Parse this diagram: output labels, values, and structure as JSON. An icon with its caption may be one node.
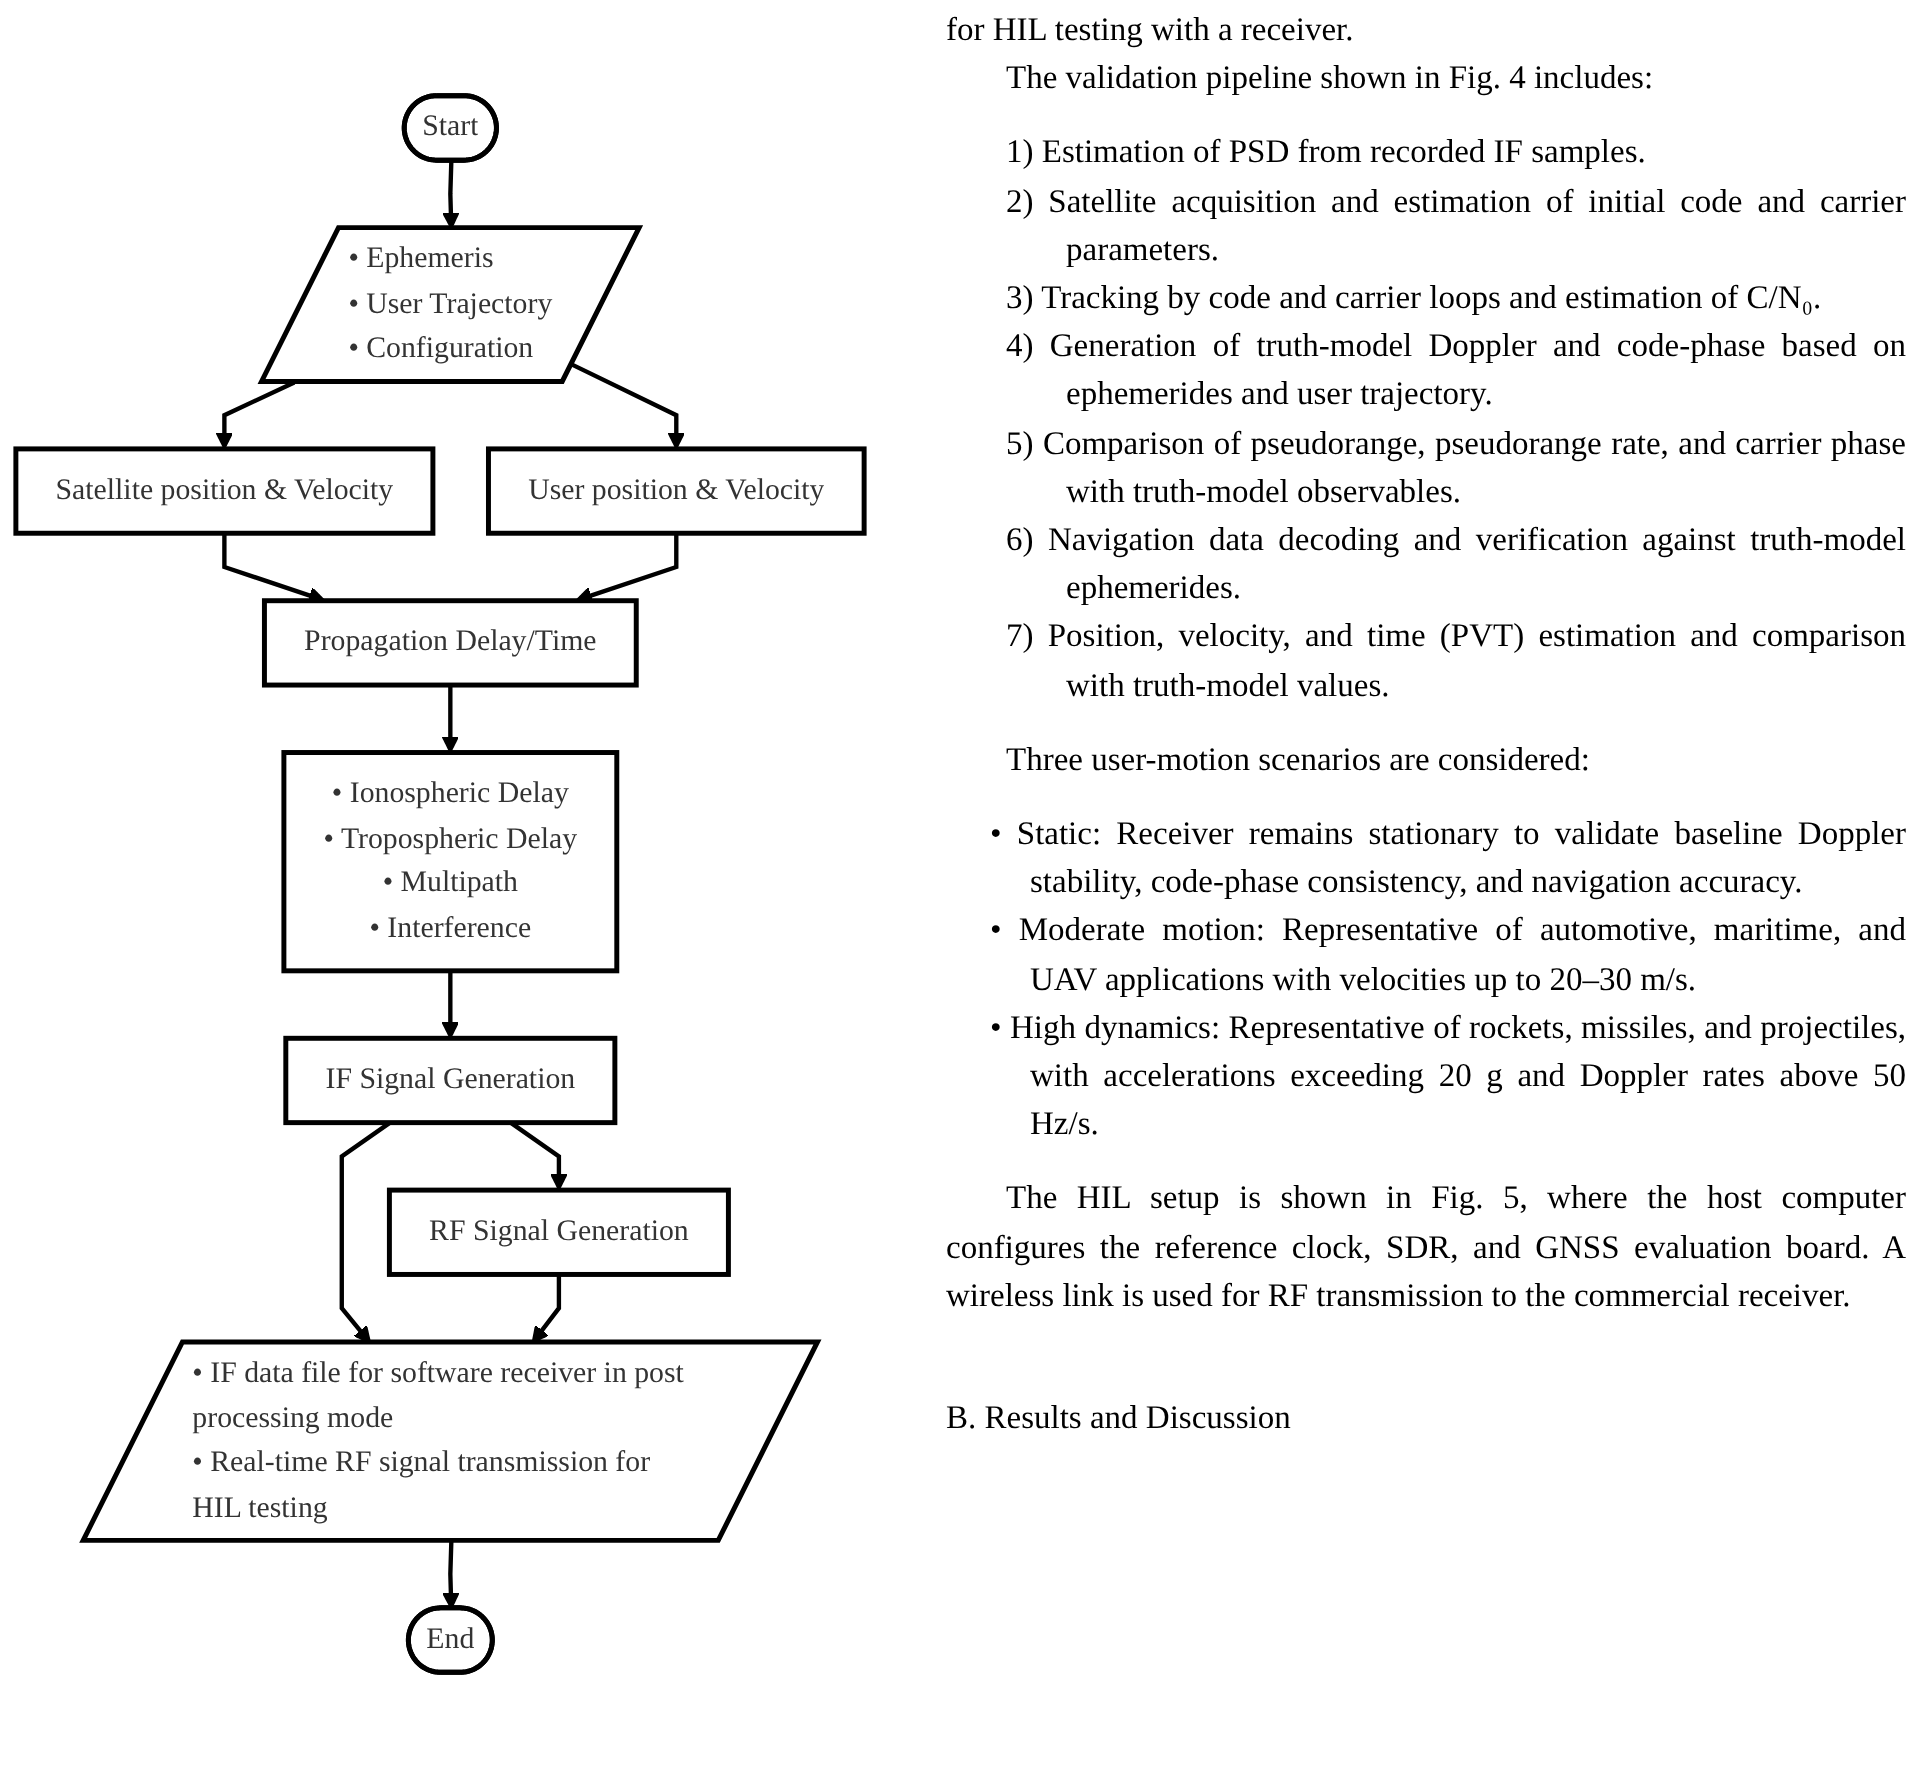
{
  "diagram": {
    "nodes": [
      {
        "text": [
          "Start"
        ]
      },
      {
        "text": [
          "• Ephemeris",
          "• User Trajectory",
          "• Configuration"
        ]
      },
      {
        "text": [
          "Satellite position & Velocity"
        ]
      },
      {
        "text": [
          "User position & Velocity"
        ]
      },
      {
        "text": [
          "Propagation Delay/Time"
        ]
      },
      {
        "text": [
          "• Ionospheric Delay",
          "• Tropospheric Delay",
          "• Multipath",
          "• Interference"
        ]
      },
      {
        "text": [
          "IF Signal Generation"
        ]
      },
      {
        "text": [
          "RF Signal Generation"
        ]
      },
      {
        "text": [
          "• IF data file for software receiver in post processing mode",
          "• Real-time RF signal transmission for HIL testing"
        ]
      },
      {
        "text": [
          "End"
        ]
      }
    ],
    "edges": [
      {
        "from": 0,
        "to": 1,
        "arrow": "to"
      },
      {
        "from": 1,
        "to": 2,
        "arrow": "to"
      },
      {
        "from": 1,
        "to": 3,
        "arrow": "to"
      },
      {
        "from": 2,
        "to": 4,
        "arrow": "to"
      },
      {
        "from": 3,
        "to": 4,
        "arrow": "to"
      },
      {
        "from": 4,
        "to": 5,
        "arrow": "to"
      },
      {
        "from": 5,
        "to": 6,
        "arrow": "to"
      },
      {
        "from": 6,
        "to": 7,
        "arrow": "to"
      },
      {
        "from": 6,
        "to": 8,
        "arrow": "to"
      },
      {
        "from": 7,
        "to": 8,
        "arrow": "to"
      },
      {
        "from": 8,
        "to": 9,
        "arrow": "to"
      }
    ],
    "labels": [
      "for HIL testing with a receiver.",
      "The validation pipeline shown in Fig. 4 includes:",
      "1) Estimation of PSD from recorded IF samples.",
      "2) Satellite acquisition and estimation of initial code and carrier parameters.",
      "3) Tracking by code and carrier loops and estimation of C/N₀.",
      "4) Generation of truth-model Doppler and code-phase based on ephemerides and user trajectory.",
      "5) Comparison of pseudorange, pseudorange rate, and carrier phase with truth-model observables.",
      "6) Navigation data decoding and verification against truth-model ephemerides.",
      "7) Position, velocity, and time (PVT) estimation and comparison with truth-model values.",
      "Three user-motion scenarios are considered:",
      "• Static: Receiver remains stationary to validate baseline Doppler stability, code-phase consistency, and navigation accuracy.",
      "• Moderate motion: Representative of automotive, maritime, and UAV applications with velocities up to 20–30 m/s.",
      "• High dynamics: Representative of rockets, missiles, and projectiles, with accelerations exceeding 20 g and Doppler rates above 50 Hz/s.",
      "The HIL setup is shown in Fig. 5, where the host computer configures the reference clock, SDR, and GNSS evaluation board. A wireless link is used for RF transmission to the commercial receiver.",
      "B. Results and Discussion"
    ]
  }
}
